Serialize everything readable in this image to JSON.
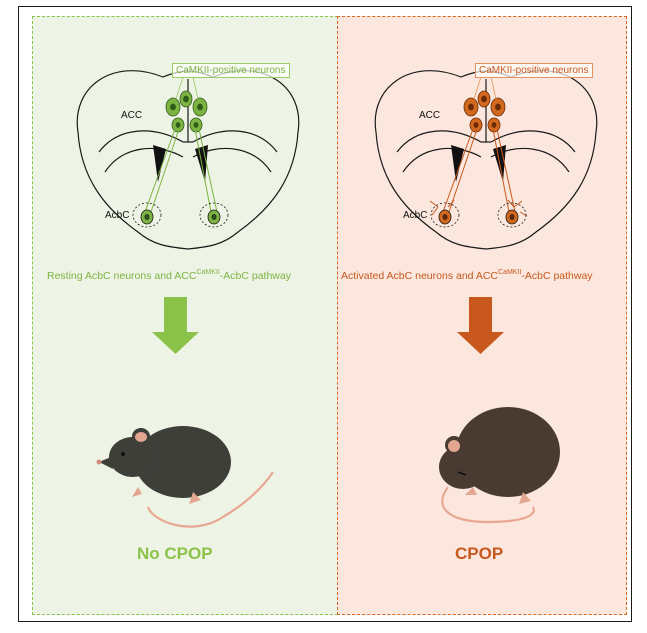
{
  "left": {
    "callout": "CaMKII-positive neurons",
    "region_acc": "ACC",
    "region_acbc": "AcbC",
    "caption_prefix": "Resting AcbC neurons and ACC",
    "caption_sup": "CaMKII",
    "caption_suffix": "-AcbC pathway",
    "outcome": "No CPOP",
    "accent": "#8bc34a"
  },
  "right": {
    "callout": "CaMKII-positive neurons",
    "region_acc": "ACC",
    "region_acbc": "AcbC",
    "caption_prefix": "Activated AcbC neurons and ACC",
    "caption_sup": "CaMKII",
    "caption_suffix": "-AcbC pathway",
    "outcome": "CPOP",
    "accent": "#c8581e"
  }
}
